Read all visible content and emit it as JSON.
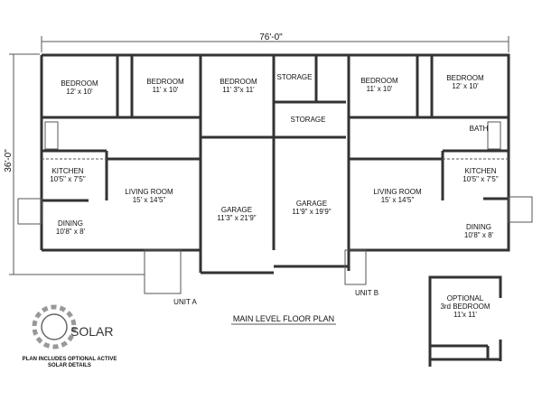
{
  "dimensions": {
    "width": "76'-0\"",
    "depth": "36'-0\""
  },
  "unit_a": {
    "label": "UNIT A",
    "rooms": [
      {
        "name": "BEDROOM",
        "size": "12' x 10'"
      },
      {
        "name": "BEDROOM",
        "size": "11' x 10'"
      },
      {
        "name": "BEDROOM",
        "size": "11' 3\"x 11'"
      },
      {
        "name": "KITCHEN",
        "size": "10'5\" x 7'5\""
      },
      {
        "name": "LIVING ROOM",
        "size": "15' x 14'5\""
      },
      {
        "name": "DINING",
        "size": "10'8\" x 8'"
      },
      {
        "name": "GARAGE",
        "size": "11'3\" x 21'9\""
      }
    ]
  },
  "center": {
    "storage1": "STORAGE",
    "storage2": "STORAGE"
  },
  "unit_b": {
    "label": "UNIT B",
    "rooms": [
      {
        "name": "BEDROOM",
        "size": "11' x 10'"
      },
      {
        "name": "BEDROOM",
        "size": "12' x 10'"
      },
      {
        "name": "BATH"
      },
      {
        "name": "KITCHEN",
        "size": "10'5\" x 7'5\""
      },
      {
        "name": "LIVING ROOM",
        "size": "15' x 14'5\""
      },
      {
        "name": "DINING",
        "size": "10'8\" x 8'"
      },
      {
        "name": "GARAGE",
        "size": "11'9\" x 19'9\""
      }
    ]
  },
  "title": "MAIN LEVEL FLOOR PLAN",
  "optional": {
    "line1": "OPTIONAL",
    "line2": "3rd BEDROOM",
    "size": "11'x 11'"
  },
  "logo": {
    "text": "SOLAR",
    "caption1": "PLAN INCLUDES OPTIONAL ACTIVE",
    "caption2": "SOLAR DETAILS"
  }
}
